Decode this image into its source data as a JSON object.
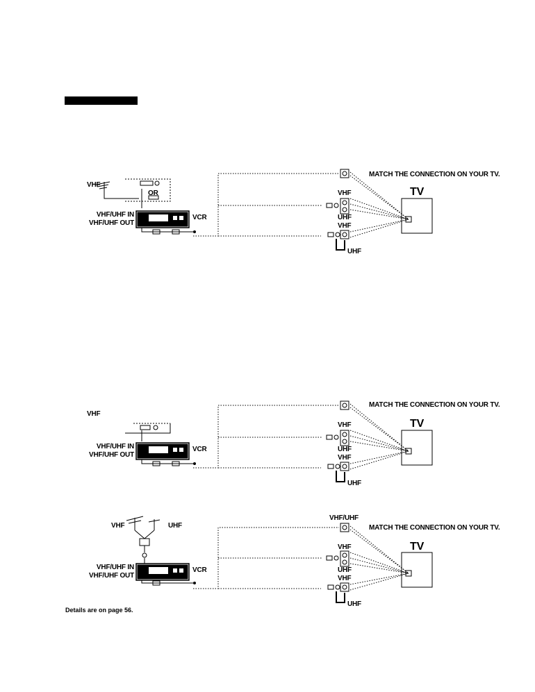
{
  "diagram1": {
    "vhf": "VHF",
    "or": "OR",
    "in": "VHF/UHF IN",
    "out": "VHF/UHF OUT",
    "vcr": "VCR",
    "match": "MATCH THE CONNECTION ON YOUR TV.",
    "tv": "TV",
    "tv_vhf_1": "VHF",
    "tv_uhf_1": "UHF",
    "tv_vhf_2": "VHF",
    "tv_uhf_2": "UHF"
  },
  "diagram2": {
    "vhf": "VHF",
    "in": "VHF/UHF IN",
    "out": "VHF/UHF OUT",
    "vcr": "VCR",
    "match": "MATCH THE CONNECTION ON YOUR TV.",
    "tv": "TV",
    "tv_vhf_1": "VHF",
    "tv_uhf_1": "UHF",
    "tv_vhf_2": "VHF",
    "tv_uhf_2": "UHF"
  },
  "diagram3": {
    "vhf": "VHF",
    "uhf": "UHF",
    "in": "VHF/UHF IN",
    "out": "VHF/UHF OUT",
    "vcr": "VCR",
    "top": "VHF/UHF",
    "match": "MATCH THE CONNECTION ON YOUR TV.",
    "tv": "TV",
    "tv_vhf_1": "VHF",
    "tv_uhf_1": "UHF",
    "tv_vhf_2": "VHF",
    "tv_uhf_2": "UHF"
  },
  "footer": "Details are on page 56."
}
